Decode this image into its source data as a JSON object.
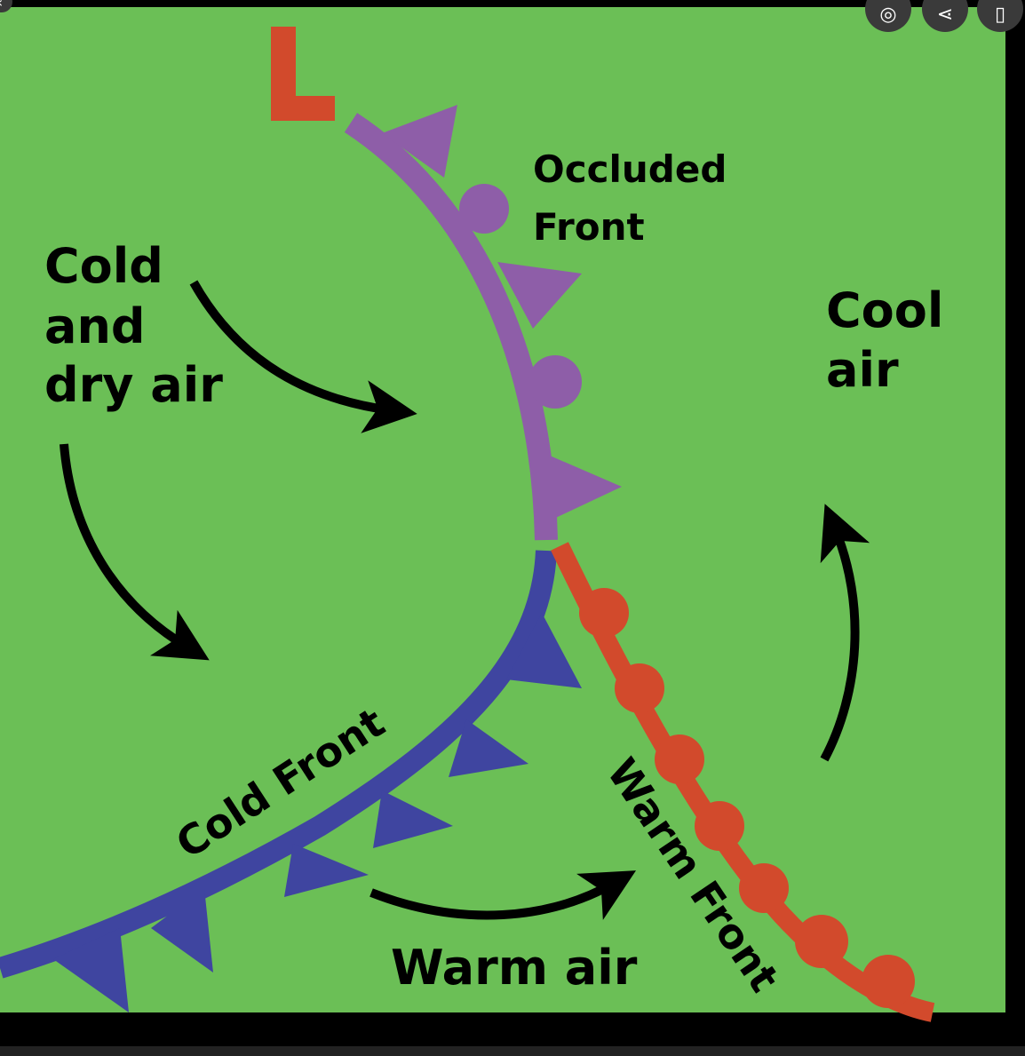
{
  "colors": {
    "background": "#6bbf56",
    "frame": "#000000",
    "occluded_front": "#8e5ea8",
    "cold_front": "#3f45a0",
    "warm_front": "#d24a2c",
    "low_marker": "#d24a2c",
    "arrows": "#000000"
  },
  "diagram": {
    "low_marker": "L",
    "labels": {
      "occluded_front": [
        "Occluded",
        "Front"
      ],
      "cold_dry_air": [
        "Cold",
        "and",
        "dry air"
      ],
      "cool_air": [
        "Cool",
        "air"
      ],
      "cold_front": "Cold Front",
      "warm_front": "Warm Front",
      "warm_air": "Warm air"
    }
  },
  "toolbar": {
    "icons": [
      "lens-icon",
      "share-icon",
      "bookmark-icon",
      "back-icon"
    ]
  }
}
